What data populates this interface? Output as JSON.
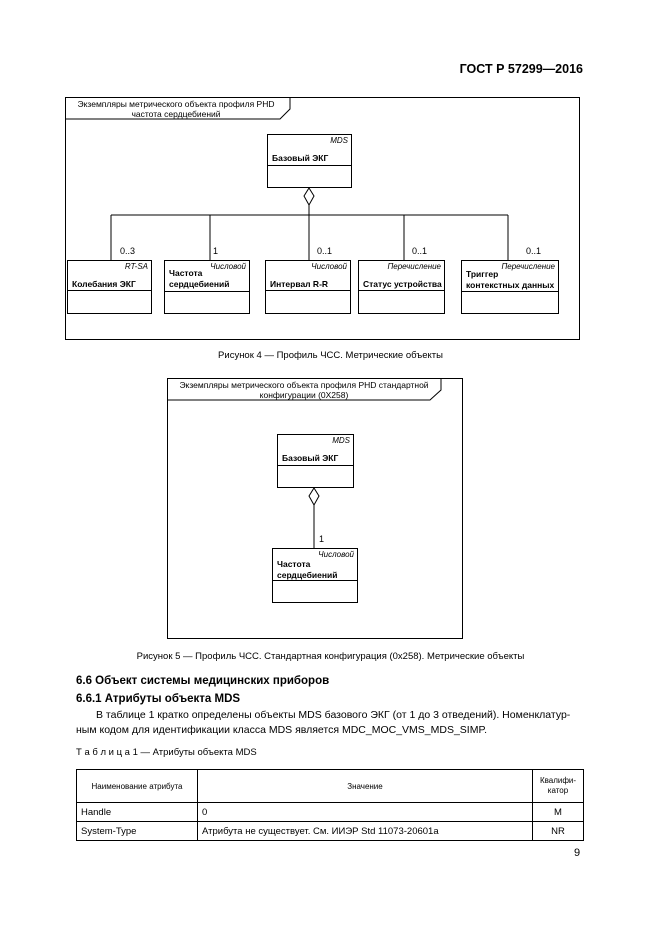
{
  "header": {
    "standard": "ГОСТ Р 57299—2016"
  },
  "figure4": {
    "frame_title_line1": "Экземпляры метрического объекта профиля PHD",
    "frame_title_line2": "частота сердцебиений",
    "root": {
      "stereotype": "MDS",
      "name": "Базовый ЭКГ"
    },
    "children": [
      {
        "multiplicity": "0..3",
        "stereotype": "RT-SA",
        "name_line1": "Колебания ЭКГ",
        "name_line2": ""
      },
      {
        "multiplicity": "1",
        "stereotype": "Числовой",
        "name_line1": "Частота",
        "name_line2": "сердцебиений"
      },
      {
        "multiplicity": "0..1",
        "stereotype": "Числовой",
        "name_line1": "Интервал R-R",
        "name_line2": ""
      },
      {
        "multiplicity": "0..1",
        "stereotype": "Перечисление",
        "name_line1": "Статус устройства",
        "name_line2": ""
      },
      {
        "multiplicity": "0..1",
        "stereotype": "Перечисление",
        "name_line1": "Триггер",
        "name_line2": "контекстных данных"
      }
    ],
    "caption": "Рисунок 4 — Профиль ЧСС. Метрические объекты"
  },
  "figure5": {
    "frame_title_line1": "Экземпляры метрического объекта профиля PHD  стандартной",
    "frame_title_line2": "конфигурации  (0X258)",
    "root": {
      "stereotype": "MDS",
      "name": "Базовый ЭКГ"
    },
    "child": {
      "multiplicity": "1",
      "stereotype": "Числовой",
      "name_line1": "Частота",
      "name_line2": "сердцебиений"
    },
    "caption": "Рисунок 5 — Профиль ЧСС. Стандартная конфигурация (0x258). Метрические объекты"
  },
  "section_6_6": {
    "title": "6.6 Объект системы медицинских приборов"
  },
  "section_6_6_1": {
    "title": "6.6.1 Атрибуты объекта MDS",
    "para_line1": "В таблице 1 кратко определены объекты MDS базового ЭКГ (от 1 до 3 отведений). Номенклатур-",
    "para_line2": "ным кодом для идентификации класса MDS является MDC_MOC_VMS_MDS_SIMP."
  },
  "table1": {
    "caption": "Т а б л и ц а   1 — Атрибуты объекта MDS",
    "headers": [
      "Наименование атрибута",
      "Значение",
      "Квалифи-",
      "катор"
    ],
    "rows": [
      {
        "name": "Handle",
        "value": "0",
        "qualifier": "M"
      },
      {
        "name": "System-Type",
        "value": "Атрибута не существует. См. ИИЭР Std 11073-20601a",
        "qualifier": "NR"
      }
    ]
  },
  "page_number": "9"
}
